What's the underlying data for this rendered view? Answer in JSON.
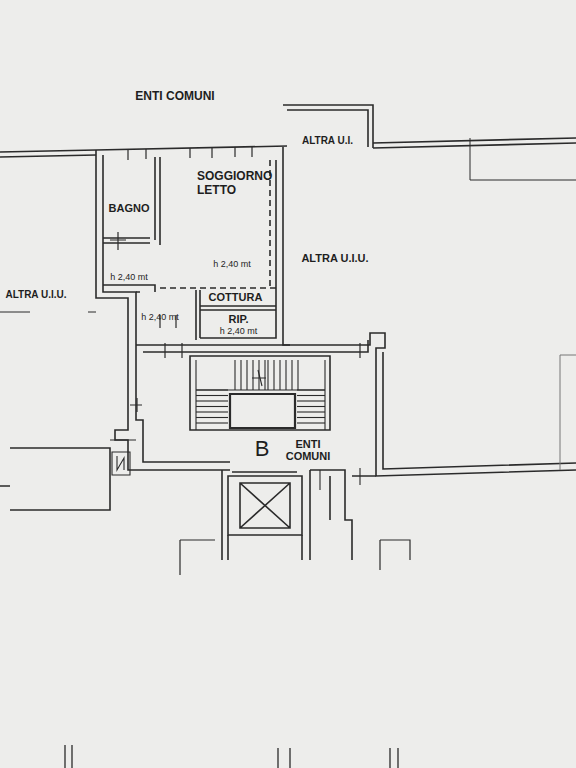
{
  "diagram": {
    "nodes": [
      {
        "text": [
          "ALTRA U.I."
        ]
      },
      {
        "text": [
          "BAGNO",
          "h 2,40 mt"
        ]
      },
      {
        "text": [
          "SOGGIORNO LETTO",
          "h 2,40 mt"
        ]
      },
      {
        "text": [
          "COTTURA"
        ]
      },
      {
        "text": [
          "RIP.",
          "h 2,40 mt"
        ]
      }
    ],
    "labels": [
      "ENTI COMUNI",
      "ALTRA U.I.U.",
      "ALTRA U.I.U.",
      "h 2,40 mt",
      "B",
      "ENTI COMUNI"
    ]
  }
}
